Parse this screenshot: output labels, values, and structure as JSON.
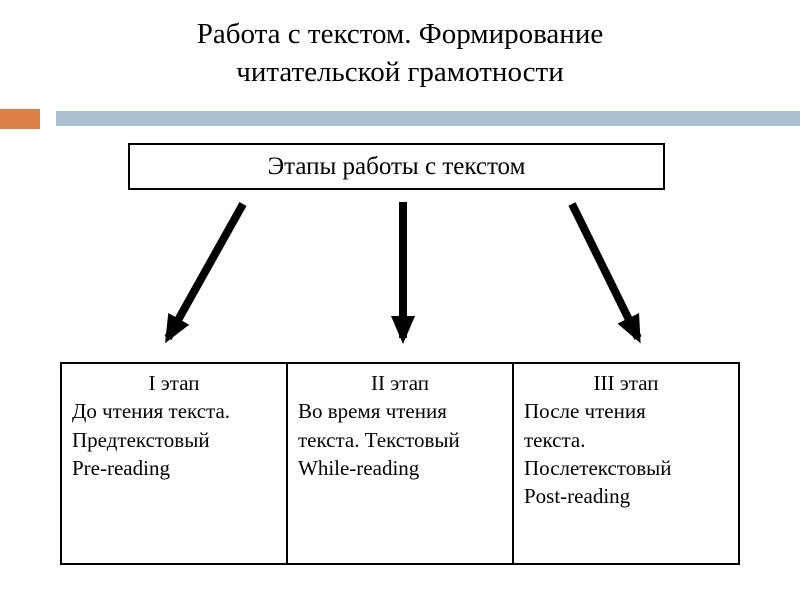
{
  "slide": {
    "title": "Работа с текстом. Формирование\nчитательской грамотности",
    "colors": {
      "accent_orange": "#DD8047",
      "accent_blue": "#ACC0D1",
      "text": "#000000",
      "background": "#FFFFFF"
    }
  },
  "diagram": {
    "root_label": "Этапы работы с текстом",
    "stages": [
      {
        "heading": "I этап",
        "body": "До чтения текста.\nПредтекстовый\nPre-reading"
      },
      {
        "heading": "II этап",
        "body": "Во время чтения\nтекста. Текстовый\nWhile-reading"
      },
      {
        "heading": "III этап",
        "body": "После чтения\nтекста.\nПослетекстовый\nPost-reading"
      }
    ]
  }
}
